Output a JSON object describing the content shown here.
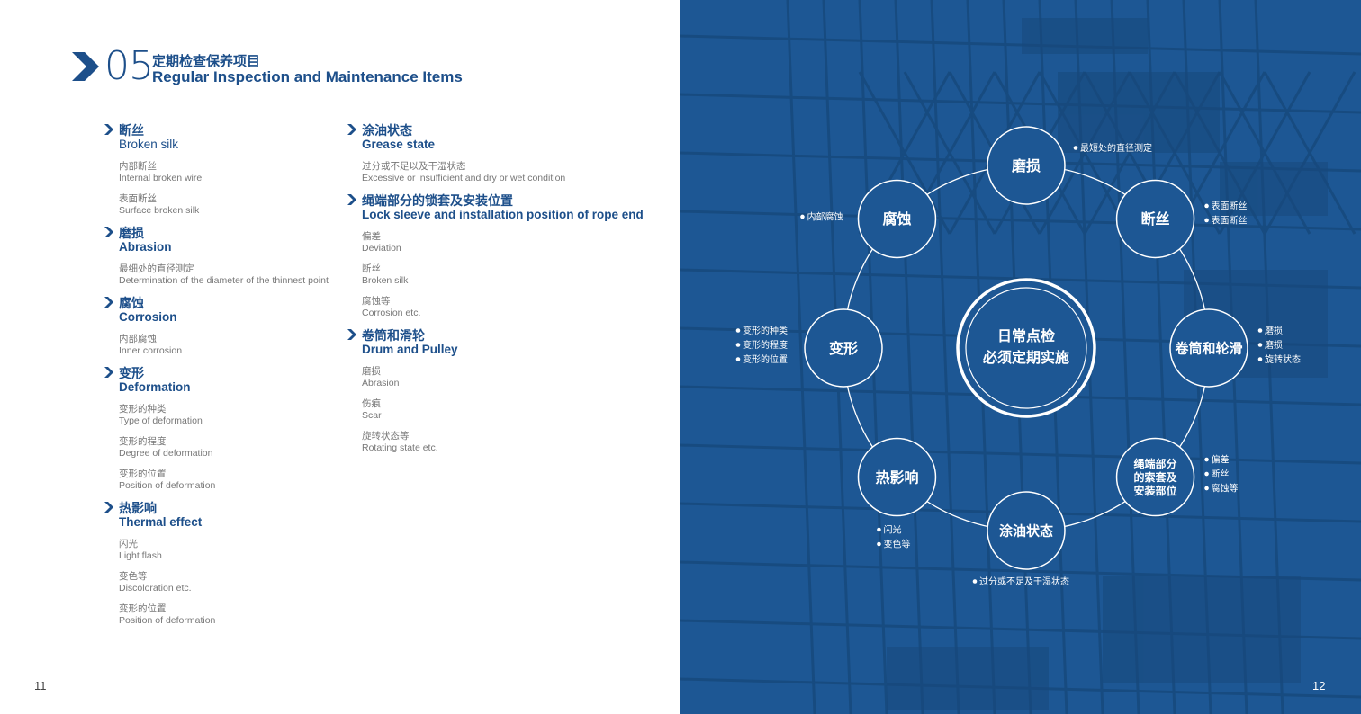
{
  "section": {
    "number": "05",
    "title_cn": "定期检查保养项目",
    "title_en": "Regular Inspection and Maintenance Items"
  },
  "left_column": [
    {
      "cn": "断丝",
      "en": "Broken silk",
      "en_bold": false,
      "subs": [
        {
          "cn": "内部断丝",
          "en": "Internal broken wire"
        },
        {
          "cn": "表面断丝",
          "en": "Surface broken silk"
        }
      ]
    },
    {
      "cn": "磨损",
      "en": "Abrasion",
      "en_bold": true,
      "subs": [
        {
          "cn": "最细处的直径测定",
          "en": "Determination of the diameter of the thinnest point"
        }
      ]
    },
    {
      "cn": "腐蚀",
      "en": "Corrosion",
      "en_bold": true,
      "subs": [
        {
          "cn": "内部腐蚀",
          "en": "Inner corrosion"
        }
      ]
    },
    {
      "cn": "变形",
      "en": "Deformation",
      "en_bold": true,
      "subs": [
        {
          "cn": "变形的种类",
          "en": "Type of deformation"
        },
        {
          "cn": "变形的程度",
          "en": "Degree of deformation"
        },
        {
          "cn": "变形的位置",
          "en": "Position of deformation"
        }
      ]
    },
    {
      "cn": "热影响",
      "en": "Thermal effect",
      "en_bold": true,
      "subs": [
        {
          "cn": "闪光",
          "en": "Light flash"
        },
        {
          "cn": "变色等",
          "en": "Discoloration etc."
        },
        {
          "cn": "变形的位置",
          "en": "Position of deformation"
        }
      ]
    }
  ],
  "right_column": [
    {
      "cn": "涂油状态",
      "en": "Grease state",
      "en_bold": true,
      "subs": [
        {
          "cn": "过分或不足以及干湿状态",
          "en": "Excessive or insufficient and dry or wet condition"
        }
      ]
    },
    {
      "cn": "绳端部分的锁套及安装位置",
      "en": "Lock sleeve and installation position of rope end",
      "en_bold": true,
      "subs": [
        {
          "cn": "偏差",
          "en": "Deviation"
        },
        {
          "cn": "断丝",
          "en": "Broken silk"
        },
        {
          "cn": "腐蚀等",
          "en": "Corrosion etc."
        }
      ]
    },
    {
      "cn": "卷筒和滑轮",
      "en": "Drum and Pulley",
      "en_bold": true,
      "subs": [
        {
          "cn": "磨损",
          "en": "Abrasion"
        },
        {
          "cn": "伤痕",
          "en": "Scar"
        },
        {
          "cn": "旋转状态等",
          "en": "Rotating state etc."
        }
      ]
    }
  ],
  "pages": {
    "left": "11",
    "right": "12"
  },
  "diagram": {
    "center": [
      "日常点检",
      "必须定期实施"
    ],
    "nodes": [
      {
        "id": "wear",
        "label": [
          "磨损"
        ],
        "notes": [
          "最短处的直径测定"
        ]
      },
      {
        "id": "broken",
        "label": [
          "断丝"
        ],
        "notes": [
          "表面断丝",
          "表面断丝"
        ]
      },
      {
        "id": "drum",
        "label": [
          "卷筒和轮滑"
        ],
        "notes": [
          "磨损",
          "磨损",
          "旋转状态"
        ]
      },
      {
        "id": "rope-end",
        "label": [
          "绳端部分",
          "的索套及",
          "安装部位"
        ],
        "notes": [
          "偏差",
          "断丝",
          "腐蚀等"
        ]
      },
      {
        "id": "grease",
        "label": [
          "涂油状态"
        ],
        "notes": [
          "过分或不足及干湿状态"
        ]
      },
      {
        "id": "heat",
        "label": [
          "热影响"
        ],
        "notes": [
          "闪光",
          "变色等"
        ]
      },
      {
        "id": "deform",
        "label": [
          "变形"
        ],
        "notes": [
          "变形的种类",
          "变形的程度",
          "变形的位置"
        ]
      },
      {
        "id": "corrosion",
        "label": [
          "腐蚀"
        ],
        "notes": [
          "内部腐蚀"
        ]
      }
    ]
  },
  "colors": {
    "brand": "#1d4f8a",
    "panel": "#1d5794"
  }
}
